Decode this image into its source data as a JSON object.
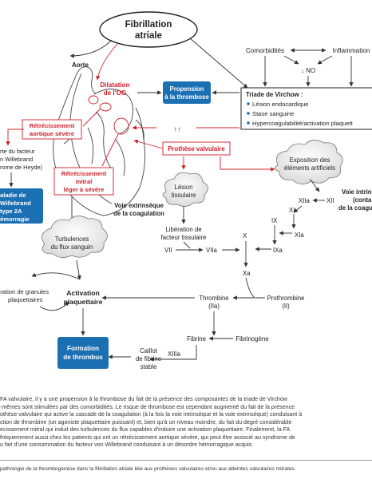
{
  "diagram": {
    "title_lines": [
      "Fibrillation",
      "atriale"
    ],
    "heart": {
      "aorte": "Aorte",
      "dilatation": [
        "Dilatation",
        "de l'OG"
      ],
      "propension": [
        "Propension",
        "à la thrombose"
      ],
      "retrecissement_aortique": [
        "Rétrécissement",
        "aortique sévère"
      ],
      "perte_facteur": [
        "rte du facteur",
        "n Willebrand",
        "rome de Heyde)"
      ],
      "retrecissement_mitral": [
        "Rétrécissement",
        "mitral",
        "léger à sévère"
      ],
      "maladie_willebrand": [
        "aladie de",
        "Willebrand",
        "type 2A",
        "émorragie"
      ],
      "double_arrow": "↑↑",
      "prothese": "Prothèse valvulaire"
    },
    "virchow": {
      "comorbidites": "Comorbidités",
      "inflammation": "Inflammation",
      "no": "↓ NO",
      "title": "Triade de Virchow :",
      "items": [
        "Lésion endocardique",
        "Stase sanguine",
        "Hypercoagulabilité/activation plaquett"
      ]
    },
    "cascade": {
      "exposition": [
        "Exposition des",
        "éléments artificiels"
      ],
      "voie_intrinseque": [
        "Voie intrin",
        "(conta",
        "de la coagula"
      ],
      "lesion": [
        "Lésion",
        "tissulaire"
      ],
      "voie_extrinseque": [
        "Voie extrinsèque",
        "de la coagulation"
      ],
      "liberation_facteur": [
        "Libération de",
        "facteur tissulaire"
      ],
      "factors": {
        "XIIa": "XIIa",
        "XII": "XII",
        "XI": "XI",
        "XIa": "XIa",
        "IX": "IX",
        "IXa": "IXa",
        "X": "X",
        "VII": "VII",
        "VIIa": "VIIa",
        "Xa": "Xa"
      },
      "thrombine": [
        "Thrombine",
        "(IIa)"
      ],
      "prothrombine": [
        "Prothrombine",
        "(II)"
      ],
      "fibrine": "Fibrine",
      "fibrinogene": "Fibrinogène",
      "xiiia": "XIIIa",
      "caillot": [
        "Caillot",
        "de fibrine",
        "stable"
      ]
    },
    "left": {
      "turbulences": [
        "Turbulences",
        "du flux sanguin"
      ],
      "liberation_granules": [
        "ération de granules",
        "plaquettaires"
      ],
      "activation": [
        "Activation",
        "plaquettaire"
      ],
      "formation": [
        "Formation",
        "de thrombus"
      ]
    }
  },
  "paragraph": [
    "FA valvulaire, il y a une propension à la thrombose du fait de la présence des composantes de la triade de Virchow",
    "-mêmes sont stimulées par des comorbidités. Le risque de thrombose est cependant augmenté du fait de la présence",
    "othèse valvulaire qui active la cascade de la coagulation (à la fois la voie intrinsèque et la voie extrinsèque) conduisant à",
    "ction de thrombine (un agoniste plaquettaire puissant) et, bien qu'à un niveau moindre, du fait du degré considérable",
    "ecissement mitral qui induit des turbulences du flux capables d'induire une activation plaquettaire. Finalement, la FA",
    "fréquemment aussi chez les patients qui ont un rétrécissement aortique sévère, qui peut être associé au syndrome de",
    "u fait d'une consommation du facteur von Willebrand conduisant à un désordre hémorragique acquis."
  ],
  "caption": "pathologie de la thrombogenèse dans la fibrillation atriale liée aux prothèses valvulaires et/ou aux atteintes valvulaires mitrales."
}
